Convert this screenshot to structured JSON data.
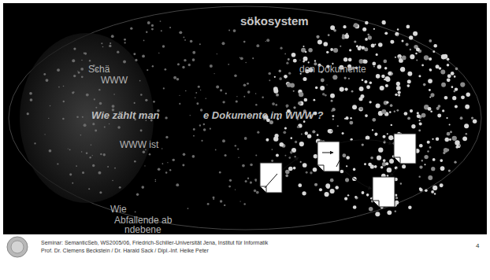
{
  "diagram": {
    "title": "sökosystem",
    "labels": [
      "Schä",
      "WWW",
      "den Dokumente",
      "Wie zählt man",
      "e Dokumente im WWW ?",
      "WWW ist",
      "Wie",
      "Abfallende ab",
      "ndebene",
      "Seminar: SemanticSeb, WS2005/06, Friedrich-Schiller-Universität Jena, Institut für Informatik",
      "Prof. Dr. Clemens Beckstein / Dr. Harald Sack / Dipl.-Inf. Heike Peter",
      "4"
    ]
  }
}
